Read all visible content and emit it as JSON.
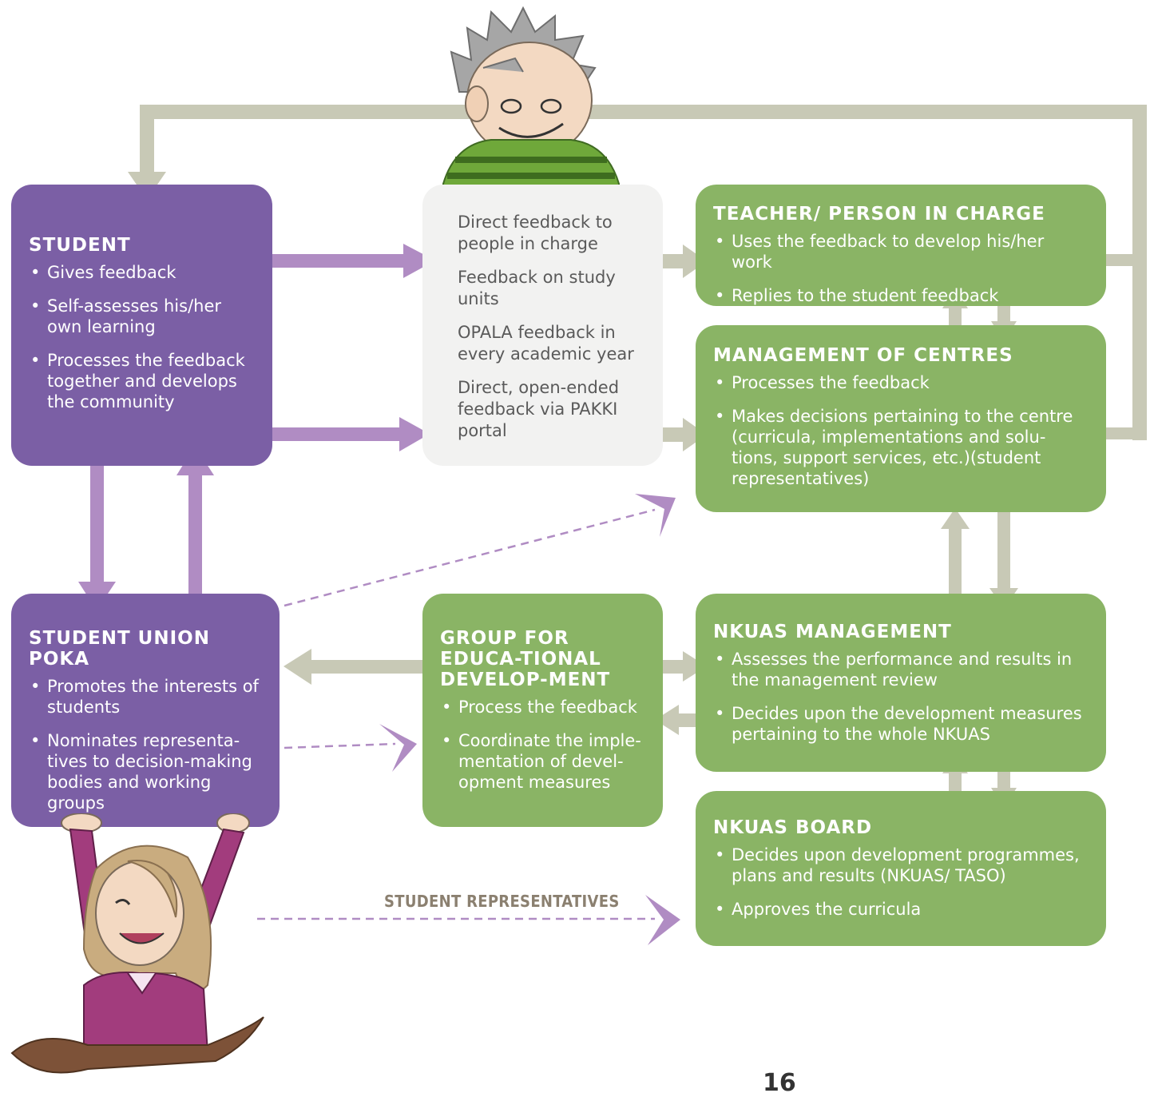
{
  "student": {
    "title": "STUDENT",
    "items": [
      "Gives feedback",
      "Self-assesses his/her own learning",
      "Processes the feedback together and develops the community"
    ]
  },
  "feedback_channels": {
    "items": [
      "Direct feedback to people in charge",
      "Feedback on study units",
      "OPALA feedback in every academic year",
      "Direct, open-ended feedback via PAKKI portal"
    ]
  },
  "teacher": {
    "title": "TEACHER/ PERSON IN CHARGE",
    "items": [
      "Uses the feedback to develop his/her work",
      "Replies to the student feedback"
    ]
  },
  "management_centres": {
    "title": "MANAGEMENT OF CENTRES",
    "items": [
      "Processes the feedback",
      "Makes decisions pertaining to the centre (curricula, implementations and solu-tions, support services, etc.)(student representatives)"
    ]
  },
  "student_union": {
    "title": "STUDENT UNION POKA",
    "items": [
      "Promotes the interests of students",
      "Nominates representa-tives to decision-making bodies and working groups"
    ]
  },
  "group_dev": {
    "title": "GROUP FOR EDUCA-TIONAL DEVELOP-MENT",
    "items": [
      "Process the feedback",
      "Coordinate the imple-mentation of devel-opment measures"
    ]
  },
  "nkuas_management": {
    "title": "NKUAS MANAGEMENT",
    "items": [
      "Assesses the performance and results in the management review",
      "Decides upon the development measures pertaining to the whole NKUAS"
    ]
  },
  "nkuas_board": {
    "title": "NKUAS BOARD",
    "items": [
      "Decides upon development programmes, plans and results (NKUAS/ TASO)",
      "Approves the curricula"
    ]
  },
  "student_representatives_label": "STUDENT REPRESENTATIVES",
  "page_number": "16",
  "colors": {
    "purple_box": "#7b5fa5",
    "purple_arrow": "#b08cc3",
    "green_box": "#8ab465",
    "grey_arrow": "#c8c9b6",
    "grey_box": "#f2f2f1"
  },
  "illustrations": [
    "boy-character",
    "girl-character"
  ]
}
